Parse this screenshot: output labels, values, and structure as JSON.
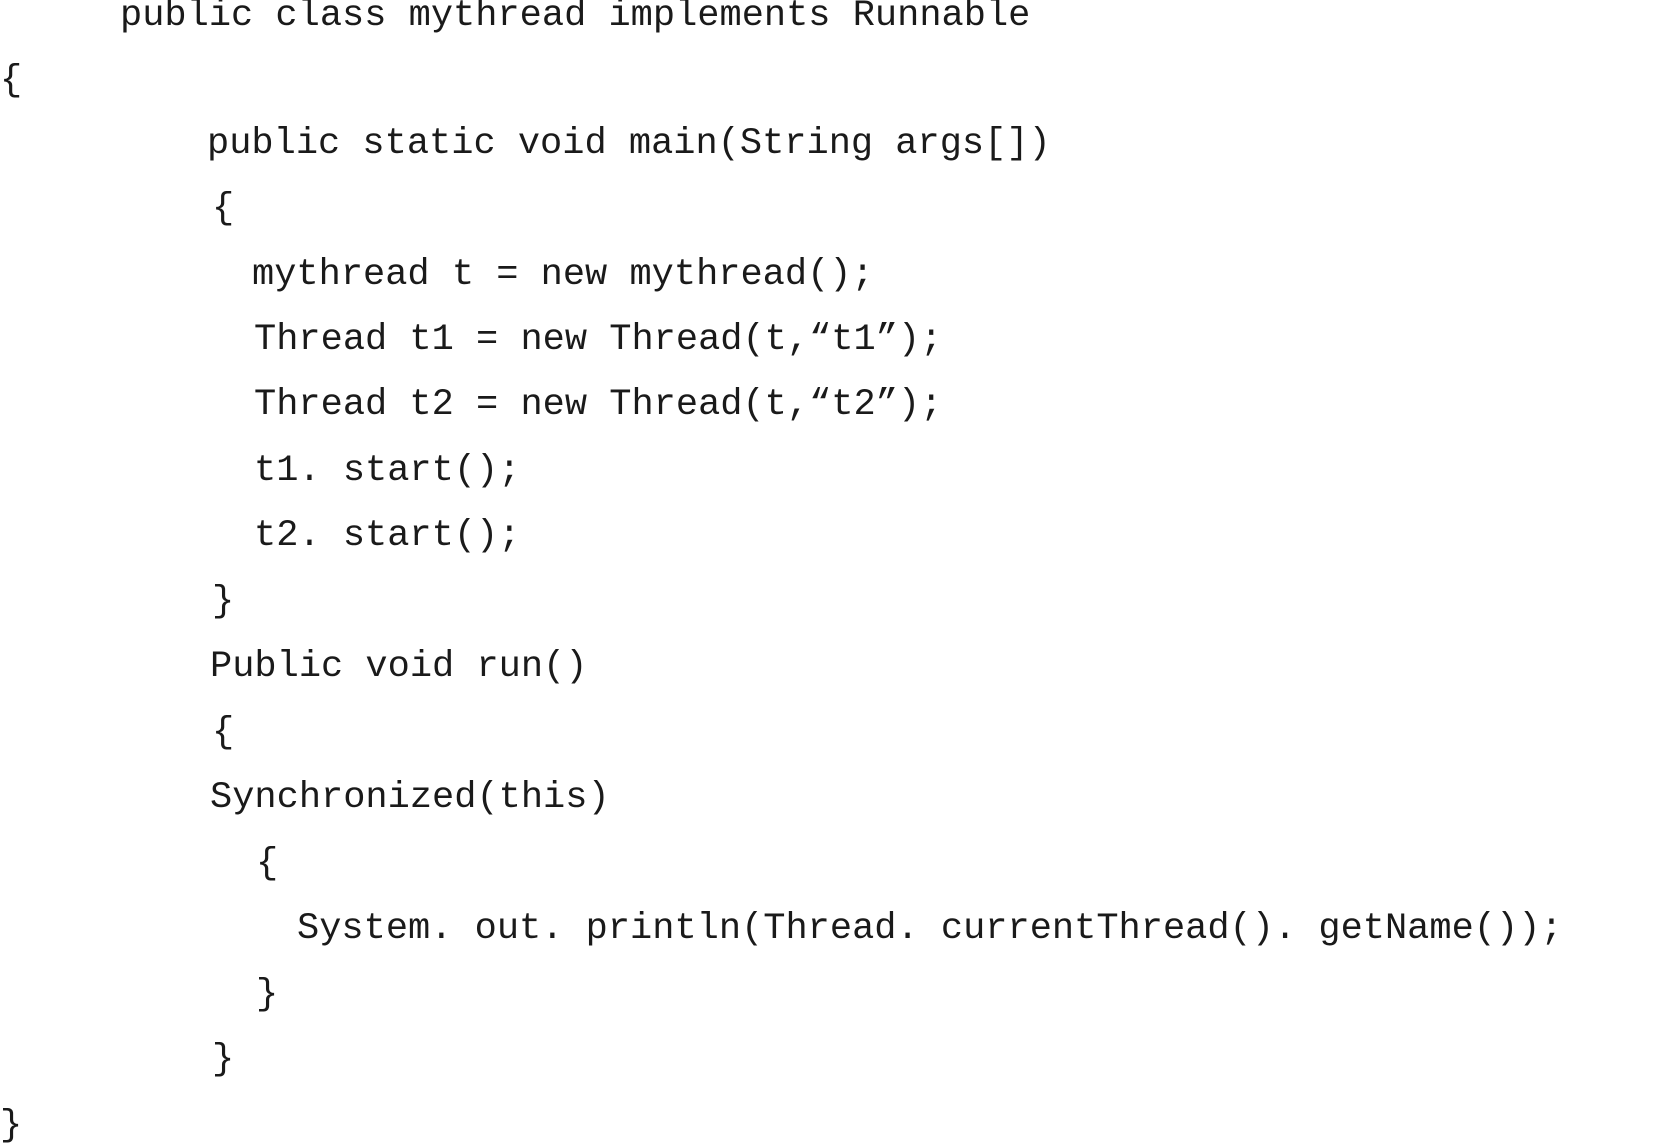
{
  "code": {
    "lines": [
      "public class mythread implements Runnable",
      "{",
      "public static void main(String args[])",
      "{",
      "mythread t = new mythread();",
      "Thread t1 = new Thread(t,“t1”);",
      "Thread t2 = new Thread(t,“t2”);",
      "t1. start();",
      "t2. start();",
      "}",
      "Public void run()",
      "{",
      "Synchronized(this)",
      "{",
      "System. out. println(Thread. currentThread(). getName());",
      "}",
      "}",
      "}"
    ]
  }
}
